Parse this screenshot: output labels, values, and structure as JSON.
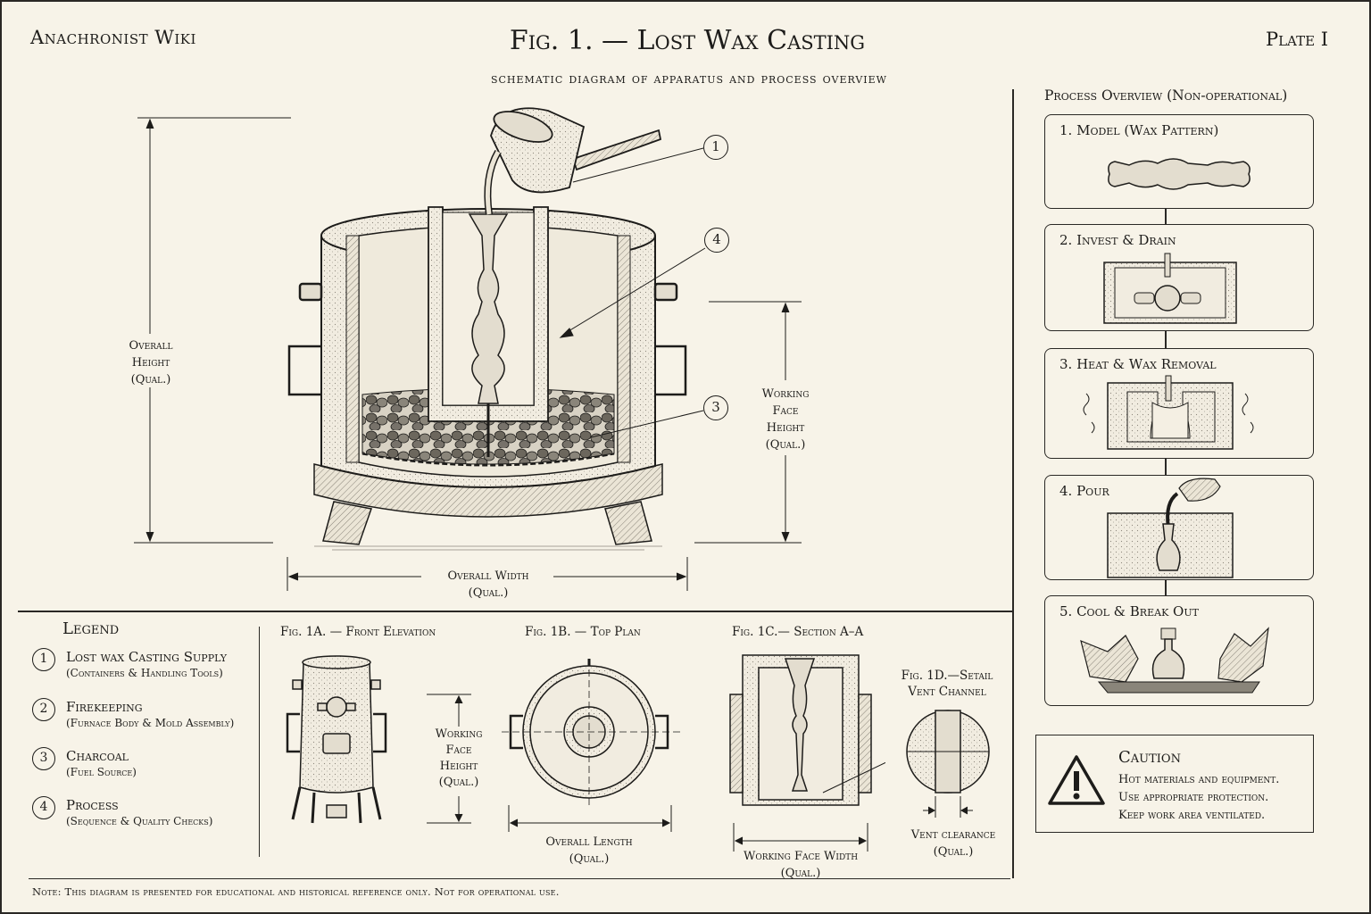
{
  "header": {
    "brand": "Anachronist Wiki",
    "title": "Fig. 1. — Lost Wax Casting",
    "plate": "Plate I",
    "subtitle": "schematic diagram of apparatus and process overview"
  },
  "main_figure": {
    "dimensions": {
      "overall_height": [
        "Overall",
        "Height",
        "(Qual.)"
      ],
      "working_face_height": [
        "Working",
        "Face",
        "Height",
        "(Qual.)"
      ],
      "overall_width": [
        "Overall Width",
        "(Qual.)"
      ]
    },
    "callouts": [
      "1",
      "4",
      "3"
    ]
  },
  "legend": {
    "title": "Legend",
    "items": [
      {
        "num": "1",
        "label": "Lost wax Casting Supply",
        "sub": "(Containers & Handling Tools)"
      },
      {
        "num": "2",
        "label": "Firekeeping",
        "sub": "(Furnace Body & Mold Assembly)"
      },
      {
        "num": "3",
        "label": "Charcoal",
        "sub": "(Fuel Source)"
      },
      {
        "num": "4",
        "label": "Process",
        "sub": "(Sequence & Quality Checks)"
      }
    ]
  },
  "sub_figures": {
    "fig1a": {
      "caption": "Fig. 1A. — Front Elevation",
      "dim": [
        "Working",
        "Face",
        "Height",
        "(Qual.)"
      ]
    },
    "fig1b": {
      "caption": "Fig. 1B. — Top Plan",
      "dim": [
        "Overall Length",
        "(Qual.)"
      ]
    },
    "fig1c": {
      "caption": "Fig. 1C.— Section A–A",
      "dim": [
        "Working Face Width",
        "(Qual.)"
      ]
    },
    "fig1d": {
      "caption": [
        "Fig. 1D.—Setail",
        "Vent Channel"
      ],
      "dim": [
        "Vent clearance",
        "(Qual.)"
      ]
    }
  },
  "process": {
    "heading": "Process Overview (Non-operational)",
    "steps": [
      {
        "label": "1. Model (Wax Pattern)"
      },
      {
        "label": "2. Invest & Drain"
      },
      {
        "label": "3. Heat & Wax Removal"
      },
      {
        "label": "4. Pour"
      },
      {
        "label": "5. Cool & Break Out"
      }
    ]
  },
  "caution": {
    "title": "Caution",
    "lines": [
      "Hot materials and equipment.",
      "Use appropriate protection.",
      "Keep work area ventilated."
    ],
    "icon": "warning-triangle-icon"
  },
  "footnote": "Note: This diagram is presented for educational and historical reference only. Not for operational use.",
  "colors": {
    "paper": "#f7f3e8",
    "ink": "#1d1c1a"
  }
}
